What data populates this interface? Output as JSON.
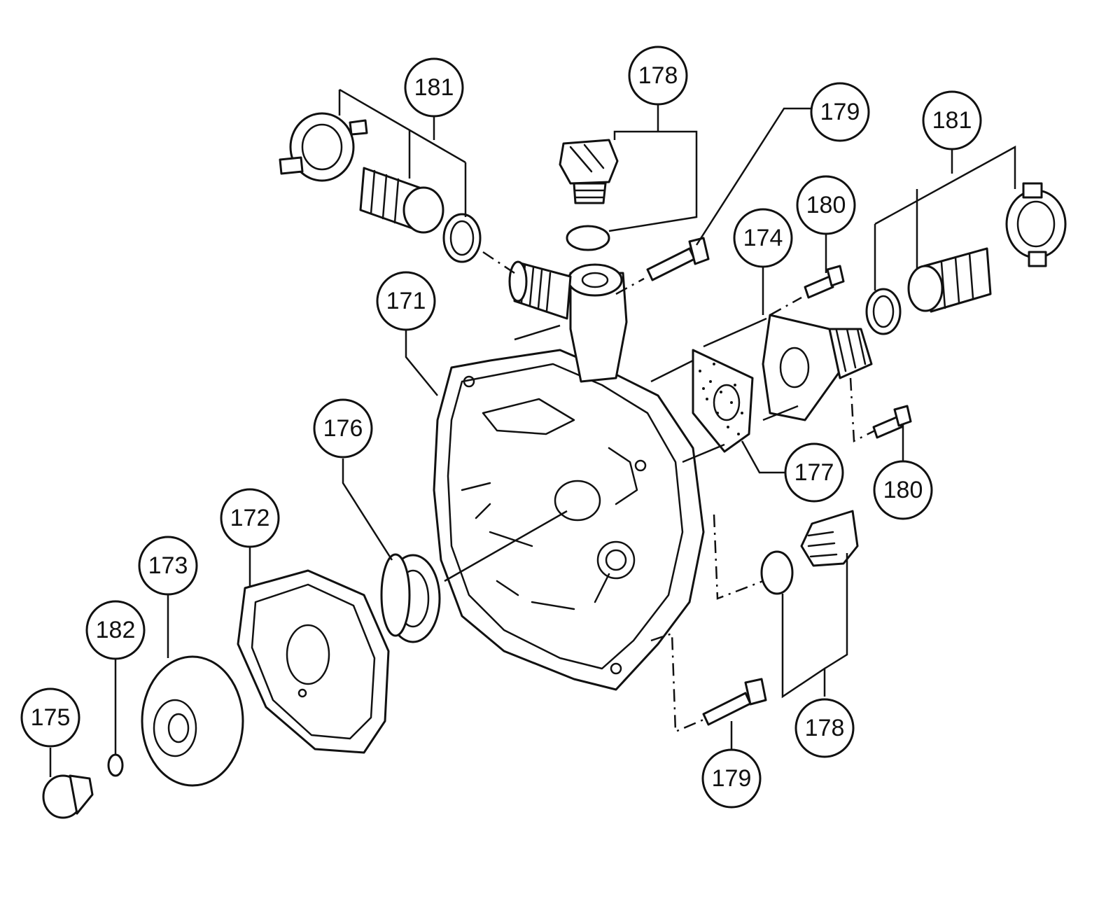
{
  "callouts": [
    {
      "id": "c181a",
      "label": "181"
    },
    {
      "id": "c178a",
      "label": "178"
    },
    {
      "id": "c179a",
      "label": "179"
    },
    {
      "id": "c181b",
      "label": "181"
    },
    {
      "id": "c180a",
      "label": "180"
    },
    {
      "id": "c174",
      "label": "174"
    },
    {
      "id": "c171",
      "label": "171"
    },
    {
      "id": "c176",
      "label": "176"
    },
    {
      "id": "c177",
      "label": "177"
    },
    {
      "id": "c180b",
      "label": "180"
    },
    {
      "id": "c172",
      "label": "172"
    },
    {
      "id": "c173",
      "label": "173"
    },
    {
      "id": "c182",
      "label": "182"
    },
    {
      "id": "c175",
      "label": "175"
    },
    {
      "id": "c178b",
      "label": "178"
    },
    {
      "id": "c179b",
      "label": "179"
    }
  ]
}
